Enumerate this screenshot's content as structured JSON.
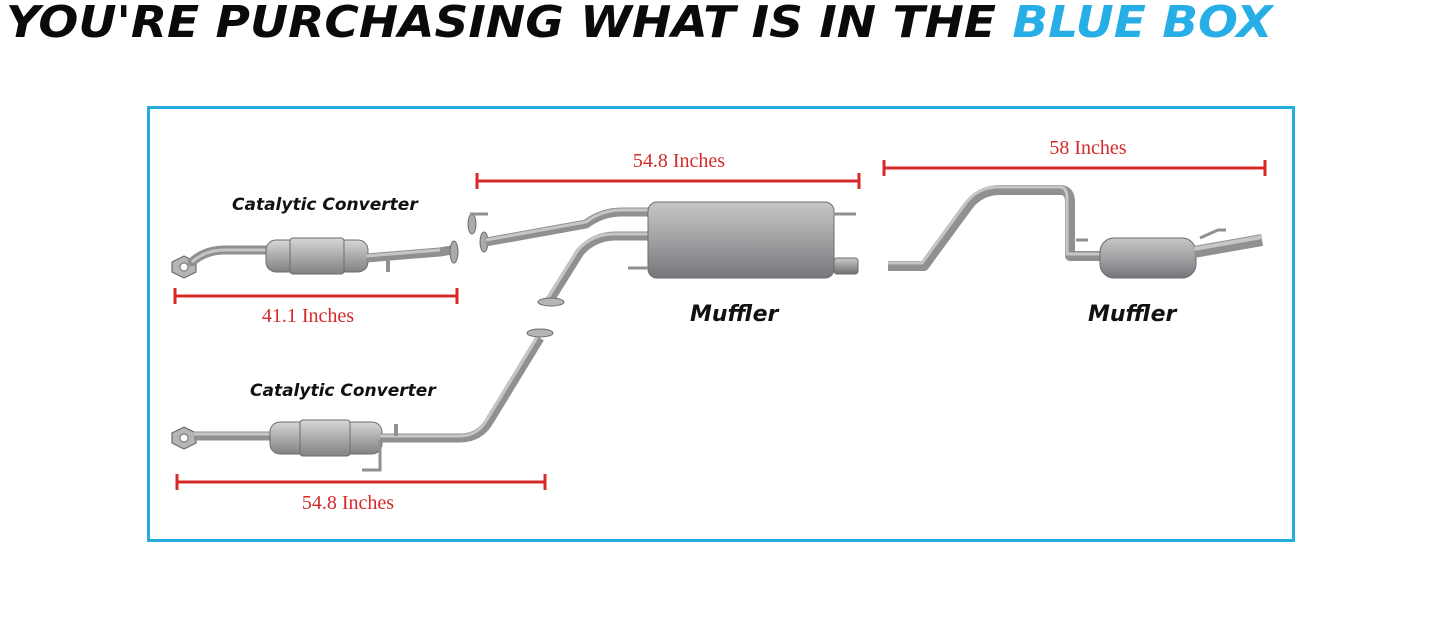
{
  "headline": {
    "prefix": "YOU'RE PURCHASING WHAT IS IN THE ",
    "accent": "BLUE BOX"
  },
  "colors": {
    "accent_blue": "#27aee6",
    "box_border": "#25ace3",
    "measure_red": "#d42a2a",
    "pipe_gray": "#9a9c9e"
  },
  "parts": {
    "cat_upper": {
      "label": "Catalytic Converter",
      "length": "41.1 Inches"
    },
    "cat_lower": {
      "label": "Catalytic Converter",
      "length": "54.8 Inches"
    },
    "muffler_mid": {
      "label": "Muffler",
      "length": "54.8 Inches"
    },
    "muffler_rear": {
      "label": "Muffler",
      "length": "58 Inches"
    }
  }
}
